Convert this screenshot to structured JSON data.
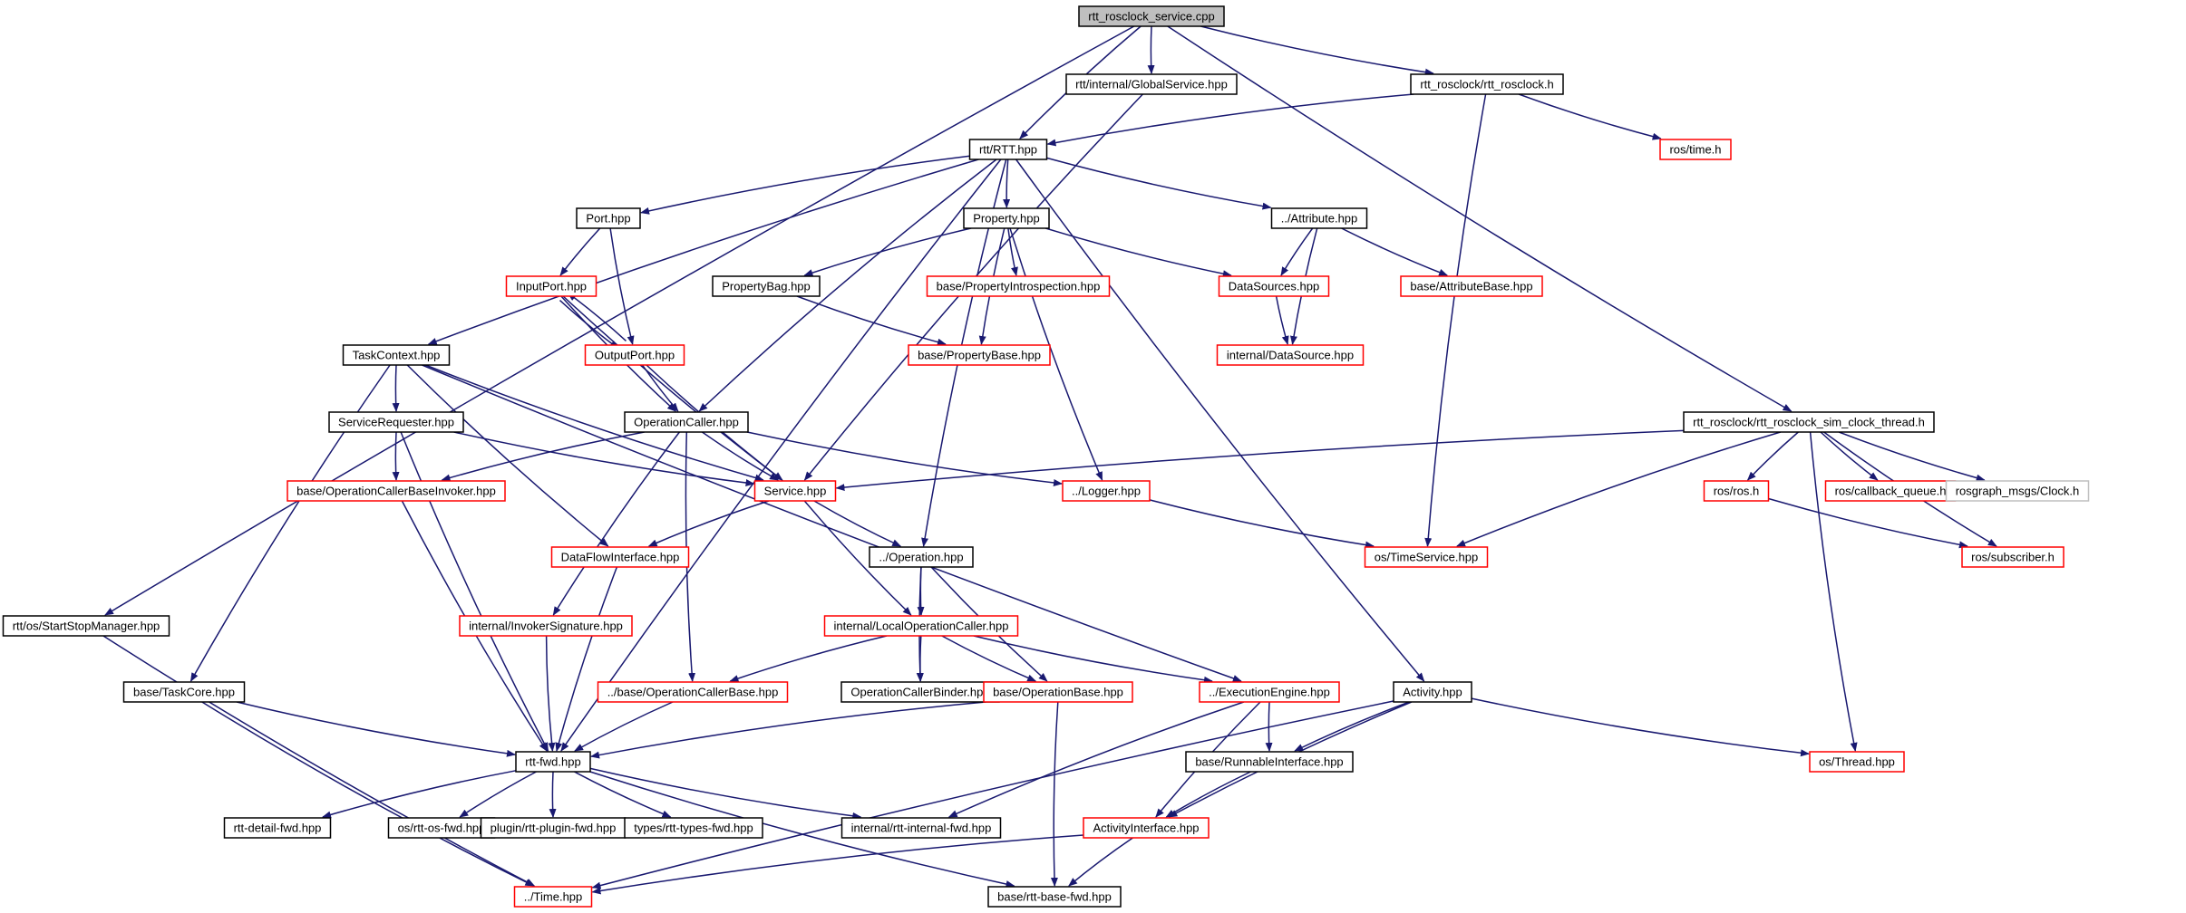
{
  "colors": {
    "edge": "#191970",
    "root_fill": "#bfbfbf",
    "default_border": "#000000",
    "missing_border": "#ff0000",
    "external_border": "#bfbfbf",
    "external_text": "#404040"
  },
  "nodes": [
    {
      "id": "n0",
      "label": "rtt_rosclock_service.cpp",
      "kind": "root"
    },
    {
      "id": "n1",
      "label": "rtt/internal/GlobalService.hpp",
      "kind": "normal"
    },
    {
      "id": "n2",
      "label": "rtt_rosclock/rtt_rosclock.h",
      "kind": "normal"
    },
    {
      "id": "n3",
      "label": "rtt/RTT.hpp",
      "kind": "normal"
    },
    {
      "id": "n4",
      "label": "ros/time.h",
      "kind": "missing"
    },
    {
      "id": "n5",
      "label": "Port.hpp",
      "kind": "normal"
    },
    {
      "id": "n6",
      "label": "Property.hpp",
      "kind": "normal"
    },
    {
      "id": "n7",
      "label": "../Attribute.hpp",
      "kind": "normal"
    },
    {
      "id": "n8",
      "label": "InputPort.hpp",
      "kind": "missing"
    },
    {
      "id": "n9",
      "label": "PropertyBag.hpp",
      "kind": "normal"
    },
    {
      "id": "n10",
      "label": "base/PropertyIntrospection.hpp",
      "kind": "missing"
    },
    {
      "id": "n11",
      "label": "DataSources.hpp",
      "kind": "missing"
    },
    {
      "id": "n12",
      "label": "base/AttributeBase.hpp",
      "kind": "missing"
    },
    {
      "id": "n13",
      "label": "TaskContext.hpp",
      "kind": "normal"
    },
    {
      "id": "n14",
      "label": "OutputPort.hpp",
      "kind": "missing"
    },
    {
      "id": "n15",
      "label": "base/PropertyBase.hpp",
      "kind": "missing"
    },
    {
      "id": "n16",
      "label": "internal/DataSource.hpp",
      "kind": "missing"
    },
    {
      "id": "n17",
      "label": "ServiceRequester.hpp",
      "kind": "normal"
    },
    {
      "id": "n18",
      "label": "OperationCaller.hpp",
      "kind": "normal"
    },
    {
      "id": "n19",
      "label": "rtt_rosclock/rtt_rosclock_sim_clock_thread.h",
      "kind": "normal"
    },
    {
      "id": "n20",
      "label": "base/OperationCallerBaseInvoker.hpp",
      "kind": "missing"
    },
    {
      "id": "n21",
      "label": "Service.hpp",
      "kind": "missing"
    },
    {
      "id": "n22",
      "label": "../Logger.hpp",
      "kind": "missing"
    },
    {
      "id": "n23",
      "label": "ros/ros.h",
      "kind": "missing"
    },
    {
      "id": "n24",
      "label": "ros/callback_queue.h",
      "kind": "missing"
    },
    {
      "id": "n25",
      "label": "rosgraph_msgs/Clock.h",
      "kind": "external"
    },
    {
      "id": "n26",
      "label": "DataFlowInterface.hpp",
      "kind": "missing"
    },
    {
      "id": "n27",
      "label": "../Operation.hpp",
      "kind": "normal"
    },
    {
      "id": "n28",
      "label": "os/TimeService.hpp",
      "kind": "missing"
    },
    {
      "id": "n29",
      "label": "ros/subscriber.h",
      "kind": "missing"
    },
    {
      "id": "n30",
      "label": "rtt/os/StartStopManager.hpp",
      "kind": "normal"
    },
    {
      "id": "n31",
      "label": "internal/InvokerSignature.hpp",
      "kind": "missing"
    },
    {
      "id": "n32",
      "label": "internal/LocalOperationCaller.hpp",
      "kind": "missing"
    },
    {
      "id": "n33",
      "label": "base/TaskCore.hpp",
      "kind": "normal"
    },
    {
      "id": "n34",
      "label": "../base/OperationCallerBase.hpp",
      "kind": "missing"
    },
    {
      "id": "n35",
      "label": "OperationCallerBinder.hpp",
      "kind": "normal"
    },
    {
      "id": "n36",
      "label": "base/OperationBase.hpp",
      "kind": "missing"
    },
    {
      "id": "n37",
      "label": "../ExecutionEngine.hpp",
      "kind": "missing"
    },
    {
      "id": "n38",
      "label": "Activity.hpp",
      "kind": "normal"
    },
    {
      "id": "n39",
      "label": "rtt-fwd.hpp",
      "kind": "normal"
    },
    {
      "id": "n40",
      "label": "base/RunnableInterface.hpp",
      "kind": "normal"
    },
    {
      "id": "n41",
      "label": "os/Thread.hpp",
      "kind": "missing"
    },
    {
      "id": "n42",
      "label": "rtt-detail-fwd.hpp",
      "kind": "normal"
    },
    {
      "id": "n43",
      "label": "os/rtt-os-fwd.hpp",
      "kind": "normal"
    },
    {
      "id": "n44",
      "label": "plugin/rtt-plugin-fwd.hpp",
      "kind": "normal"
    },
    {
      "id": "n45",
      "label": "types/rtt-types-fwd.hpp",
      "kind": "normal"
    },
    {
      "id": "n46",
      "label": "internal/rtt-internal-fwd.hpp",
      "kind": "normal"
    },
    {
      "id": "n47",
      "label": "ActivityInterface.hpp",
      "kind": "missing"
    },
    {
      "id": "n48",
      "label": "../Time.hpp",
      "kind": "missing"
    },
    {
      "id": "n49",
      "label": "base/rtt-base-fwd.hpp",
      "kind": "normal"
    }
  ],
  "edges": [
    {
      "from": "n0",
      "to": "n1"
    },
    {
      "from": "n0",
      "to": "n2"
    },
    {
      "from": "n0",
      "to": "n3"
    },
    {
      "from": "n0",
      "to": "n19"
    },
    {
      "from": "n0",
      "to": "n30"
    },
    {
      "from": "n1",
      "to": "n21"
    },
    {
      "from": "n2",
      "to": "n3"
    },
    {
      "from": "n2",
      "to": "n4"
    },
    {
      "from": "n2",
      "to": "n28"
    },
    {
      "from": "n3",
      "to": "n5"
    },
    {
      "from": "n3",
      "to": "n6"
    },
    {
      "from": "n3",
      "to": "n7"
    },
    {
      "from": "n3",
      "to": "n13"
    },
    {
      "from": "n3",
      "to": "n18"
    },
    {
      "from": "n3",
      "to": "n27"
    },
    {
      "from": "n3",
      "to": "n38"
    },
    {
      "from": "n3",
      "to": "n39"
    },
    {
      "from": "n5",
      "to": "n8"
    },
    {
      "from": "n5",
      "to": "n14"
    },
    {
      "from": "n6",
      "to": "n9"
    },
    {
      "from": "n6",
      "to": "n10"
    },
    {
      "from": "n6",
      "to": "n11"
    },
    {
      "from": "n6",
      "to": "n15"
    },
    {
      "from": "n6",
      "to": "n22"
    },
    {
      "from": "n7",
      "to": "n11"
    },
    {
      "from": "n7",
      "to": "n12"
    },
    {
      "from": "n7",
      "to": "n16"
    },
    {
      "from": "n8",
      "to": "n14"
    },
    {
      "from": "n8",
      "to": "n18"
    },
    {
      "from": "n8",
      "to": "n21"
    },
    {
      "from": "n9",
      "to": "n15"
    },
    {
      "from": "n11",
      "to": "n16"
    },
    {
      "from": "n13",
      "to": "n17"
    },
    {
      "from": "n13",
      "to": "n21"
    },
    {
      "from": "n13",
      "to": "n26"
    },
    {
      "from": "n13",
      "to": "n33"
    },
    {
      "from": "n13",
      "to": "n37"
    },
    {
      "from": "n14",
      "to": "n8"
    },
    {
      "from": "n14",
      "to": "n18"
    },
    {
      "from": "n14",
      "to": "n21"
    },
    {
      "from": "n17",
      "to": "n20"
    },
    {
      "from": "n17",
      "to": "n21"
    },
    {
      "from": "n17",
      "to": "n39"
    },
    {
      "from": "n18",
      "to": "n20"
    },
    {
      "from": "n18",
      "to": "n21"
    },
    {
      "from": "n18",
      "to": "n22"
    },
    {
      "from": "n18",
      "to": "n31"
    },
    {
      "from": "n18",
      "to": "n34"
    },
    {
      "from": "n19",
      "to": "n21"
    },
    {
      "from": "n19",
      "to": "n23"
    },
    {
      "from": "n19",
      "to": "n24"
    },
    {
      "from": "n19",
      "to": "n25"
    },
    {
      "from": "n19",
      "to": "n28"
    },
    {
      "from": "n19",
      "to": "n29"
    },
    {
      "from": "n19",
      "to": "n41"
    },
    {
      "from": "n20",
      "to": "n39"
    },
    {
      "from": "n21",
      "to": "n26"
    },
    {
      "from": "n21",
      "to": "n27"
    },
    {
      "from": "n21",
      "to": "n32"
    },
    {
      "from": "n22",
      "to": "n28"
    },
    {
      "from": "n23",
      "to": "n29"
    },
    {
      "from": "n26",
      "to": "n39"
    },
    {
      "from": "n27",
      "to": "n32"
    },
    {
      "from": "n27",
      "to": "n35"
    },
    {
      "from": "n27",
      "to": "n36"
    },
    {
      "from": "n30",
      "to": "n48"
    },
    {
      "from": "n31",
      "to": "n39"
    },
    {
      "from": "n32",
      "to": "n34"
    },
    {
      "from": "n32",
      "to": "n35"
    },
    {
      "from": "n32",
      "to": "n36"
    },
    {
      "from": "n32",
      "to": "n37"
    },
    {
      "from": "n33",
      "to": "n39"
    },
    {
      "from": "n33",
      "to": "n48"
    },
    {
      "from": "n34",
      "to": "n39"
    },
    {
      "from": "n36",
      "to": "n39"
    },
    {
      "from": "n36",
      "to": "n49"
    },
    {
      "from": "n37",
      "to": "n40"
    },
    {
      "from": "n37",
      "to": "n46"
    },
    {
      "from": "n37",
      "to": "n47"
    },
    {
      "from": "n38",
      "to": "n40"
    },
    {
      "from": "n38",
      "to": "n41"
    },
    {
      "from": "n38",
      "to": "n47"
    },
    {
      "from": "n38",
      "to": "n48"
    },
    {
      "from": "n39",
      "to": "n42"
    },
    {
      "from": "n39",
      "to": "n43"
    },
    {
      "from": "n39",
      "to": "n44"
    },
    {
      "from": "n39",
      "to": "n45"
    },
    {
      "from": "n39",
      "to": "n46"
    },
    {
      "from": "n39",
      "to": "n49"
    },
    {
      "from": "n40",
      "to": "n47"
    },
    {
      "from": "n47",
      "to": "n48"
    },
    {
      "from": "n47",
      "to": "n49"
    }
  ]
}
